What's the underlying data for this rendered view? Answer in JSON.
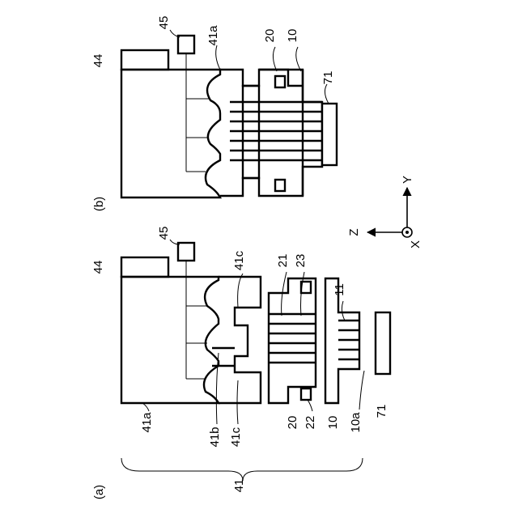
{
  "panel_a": {
    "caption": "(a)",
    "assembly_label": "41",
    "labels": {
      "l44": "44",
      "l45": "45",
      "l41c_top": "41c",
      "l21": "21",
      "l23": "23",
      "l11": "11",
      "l41a": "41a",
      "l41b": "41b",
      "l41c_bottom": "41c",
      "l20": "20",
      "l22": "22",
      "l10": "10",
      "l10a": "10a",
      "l71": "71"
    }
  },
  "panel_b": {
    "caption": "(b)",
    "labels": {
      "l44": "44",
      "l45": "45",
      "l41a": "41a",
      "l20": "20",
      "l10": "10",
      "l71": "71"
    }
  },
  "axes": {
    "z": "Z",
    "y": "Y",
    "x": "X"
  }
}
